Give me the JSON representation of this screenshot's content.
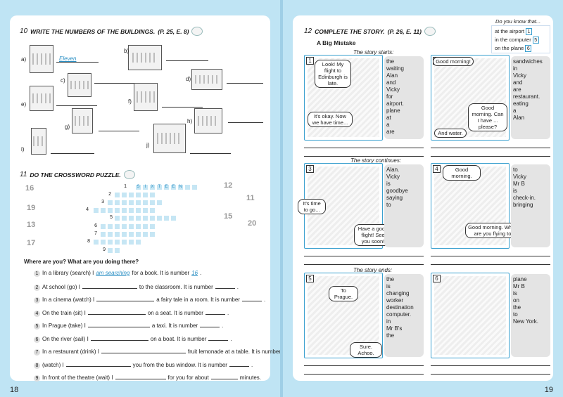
{
  "left": {
    "page_number": "18",
    "ex10": {
      "num": "10",
      "title": "WRITE THE NUMBERS OF THE BUILDINGS.",
      "ref": "(P. 25, E. 8)",
      "labels": [
        "a)",
        "b)",
        "c)",
        "d)",
        "e)",
        "f)",
        "g)",
        "h)",
        "i)",
        "j)"
      ],
      "example_answer": "Eleven"
    },
    "ex11": {
      "num": "11",
      "title": "DO THE CROSSWORD PUZZLE.",
      "row_numbers": [
        "1",
        "2",
        "3",
        "4",
        "5",
        "6",
        "7",
        "8",
        "9"
      ],
      "sixteen_letters": [
        "S",
        "I",
        "X",
        "T",
        "E",
        "E",
        "N"
      ],
      "clue_numbers": [
        "16",
        "12",
        "19",
        "11",
        "13",
        "15",
        "20",
        "17"
      ]
    },
    "questions": {
      "prompt": "Where are you? What are you doing there?",
      "items": [
        {
          "n": "1",
          "a": "In a library (search) I",
          "ans": "am searching",
          "b": "for a book. It is number",
          "num": "16",
          "c": "."
        },
        {
          "n": "2",
          "a": "At school (go) I",
          "b": "to the classroom. It is number",
          "c": "."
        },
        {
          "n": "3",
          "a": "In a cinema (watch) I",
          "b": "a fairy tale in a room. It is number",
          "c": "."
        },
        {
          "n": "4",
          "a": "On the train (sit) I",
          "b": "on a seat. It is number",
          "c": "."
        },
        {
          "n": "5",
          "a": "In Prague (take) I",
          "b": "a taxi. It is number",
          "c": "."
        },
        {
          "n": "6",
          "a": "On the river (sail) I",
          "b": "on a boat. It is number",
          "c": "."
        },
        {
          "n": "7",
          "a": "In a restaurant (drink) I",
          "b": "fruit lemonade at a table. It is number",
          "c": "."
        },
        {
          "n": "8",
          "a": "(watch) I",
          "b": "you from the bus window. It is number",
          "c": "."
        },
        {
          "n": "9",
          "a": "In front of the theatre (wait) I",
          "b": "for you for about",
          "c": "minutes."
        }
      ]
    }
  },
  "right": {
    "page_number": "19",
    "ex12": {
      "num": "12",
      "title": "COMPLETE THE STORY.",
      "ref": "(P. 26, E. 11)",
      "story_title": "A Big Mistake"
    },
    "did_you_know": {
      "title": "Do you know that...",
      "items": [
        {
          "text": "at the airport",
          "n": "1"
        },
        {
          "text": "in the computer",
          "n": "5"
        },
        {
          "text": "on the plane",
          "n": "6"
        }
      ]
    },
    "labels": {
      "starts": "The story starts:",
      "continues": "The story continues:",
      "ends": "The story ends:"
    },
    "panels": [
      {
        "n": "1",
        "bubbles": [
          "Look! My flight to Edinburgh is late.",
          "It's okay. Now we have time..."
        ],
        "words": [
          "the",
          "waiting",
          "Alan",
          "and",
          "Vicky",
          "for",
          "airport.",
          "plane",
          "at",
          "a",
          "are"
        ]
      },
      {
        "n": "2",
        "bubbles": [
          "Good morning!",
          "Good morning. Can I have ... please?",
          "And water."
        ],
        "words": [
          "sandwiches",
          "in",
          "Vicky",
          "and",
          "are",
          "restaurant.",
          "eating",
          "a",
          "Alan"
        ]
      },
      {
        "n": "3",
        "bubbles": [
          "It's time to go...",
          "Have a good flight! See you soon!"
        ],
        "words": [
          "Alan.",
          "Vicky",
          "is",
          "goodbye",
          "saying",
          "to"
        ]
      },
      {
        "n": "4",
        "bubbles": [
          "Good morning.",
          "Good morning. Where are you flying to?"
        ],
        "words": [
          "to",
          "Vicky",
          "Mr B",
          "is",
          "check-in.",
          "bringing"
        ]
      },
      {
        "n": "5",
        "bubbles": [
          "To Prague.",
          "Sure. Achoo."
        ],
        "words": [
          "the",
          "is",
          "changing",
          "worker",
          "destination",
          "computer.",
          "in",
          "Mr B's",
          "the"
        ]
      },
      {
        "n": "6",
        "bubbles": [],
        "words": [
          "plane",
          "Mr B",
          "is",
          "on",
          "the",
          "to",
          "New York."
        ]
      }
    ]
  }
}
